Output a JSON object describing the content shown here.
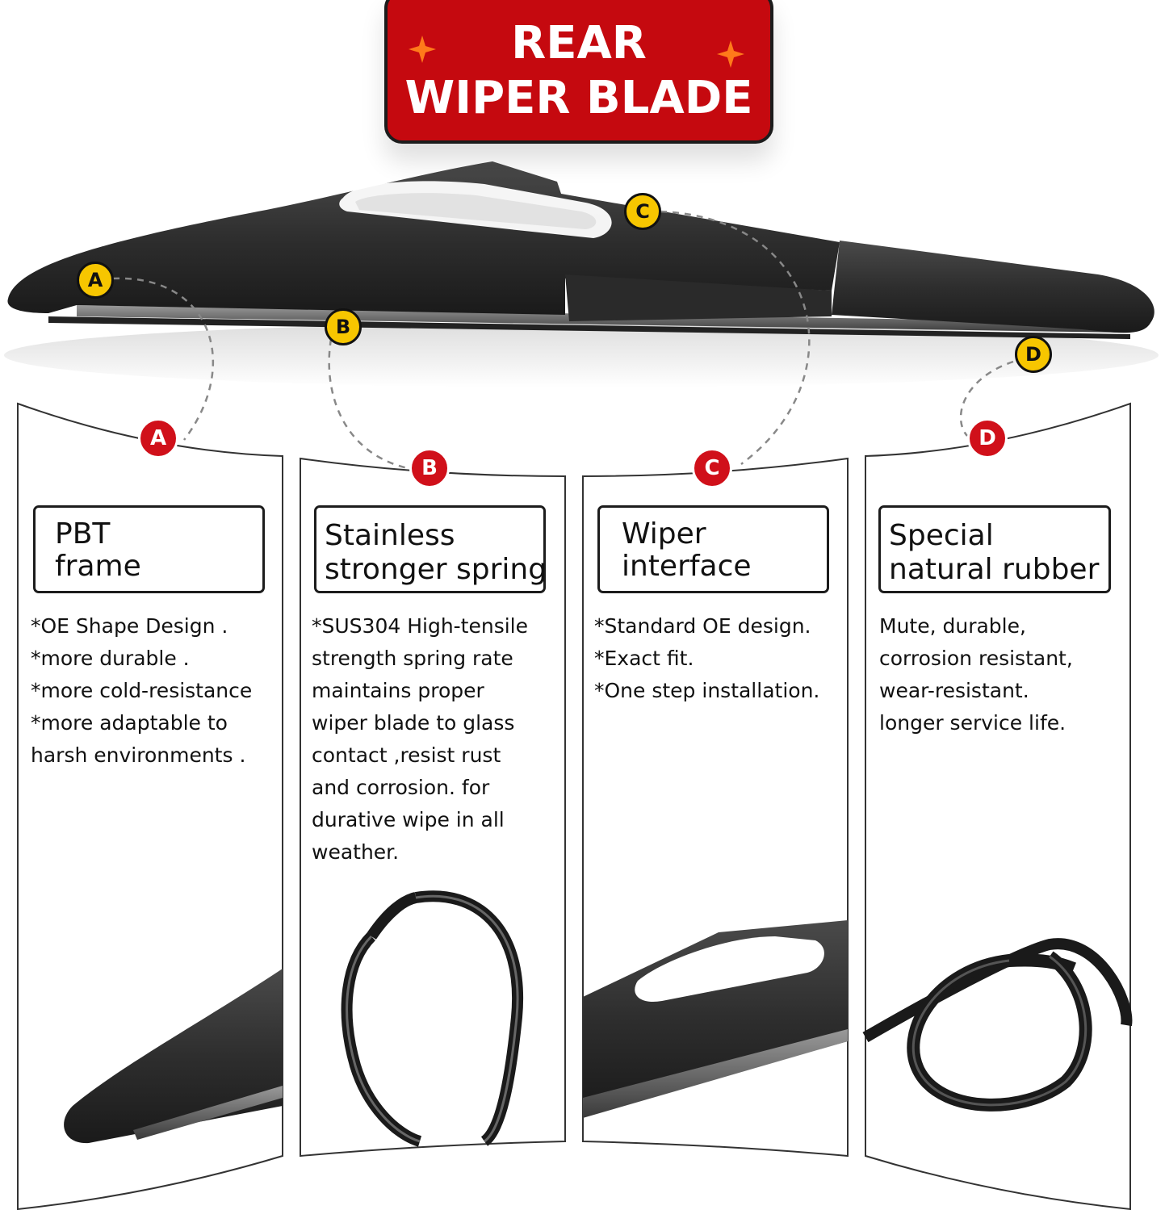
{
  "header": {
    "line1": "REAR",
    "line2": "WIPER BLADE",
    "accent_color": "#c5090f",
    "sparkle_color": "#ff7a1a"
  },
  "callouts": {
    "a": "A",
    "b": "B",
    "c": "C",
    "d": "D"
  },
  "panels": [
    {
      "letter": "A",
      "title_line1": "PBT",
      "title_line2": "frame",
      "description": "*OE Shape Design .\n*more durable .\n*more cold-resistance\n*more adaptable to\nharsh environments .",
      "illustration": "blade-end-icon"
    },
    {
      "letter": "B",
      "title_line1": "Stainless",
      "title_line2": "stronger spring",
      "description": "*SUS304 High-tensile\nstrength spring rate\nmaintains proper\nwiper blade to glass\ncontact ,resist rust\nand corrosion. for\ndurative wipe in all\nweather.",
      "illustration": "spring-loop-icon"
    },
    {
      "letter": "C",
      "title_line1": "Wiper",
      "title_line2": "interface",
      "description": "*Standard OE design.\n*Exact fit.\n*One step installation.",
      "illustration": "wiper-mount-icon"
    },
    {
      "letter": "D",
      "title_line1": "Special",
      "title_line2": "natural rubber",
      "description": "Mute, durable,\ncorrosion resistant,\nwear-resistant.\nlonger service life.",
      "illustration": "rubber-loop-icon"
    }
  ]
}
